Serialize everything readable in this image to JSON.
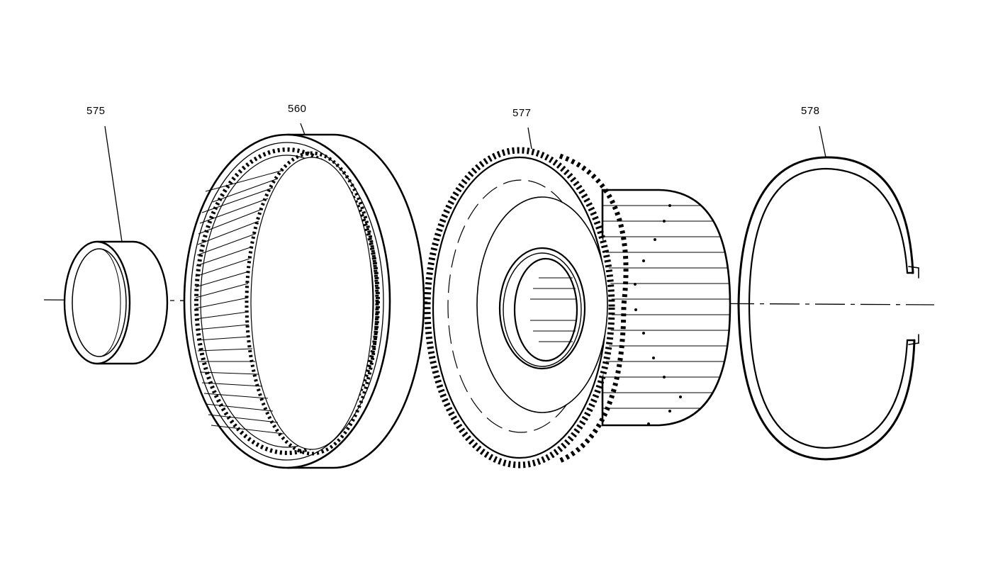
{
  "callouts": {
    "bushing": "575",
    "ring_gear": "560",
    "sun_gear_drum": "577",
    "snap_ring": "578"
  },
  "colors": {
    "line": "#000000",
    "background": "#ffffff"
  }
}
